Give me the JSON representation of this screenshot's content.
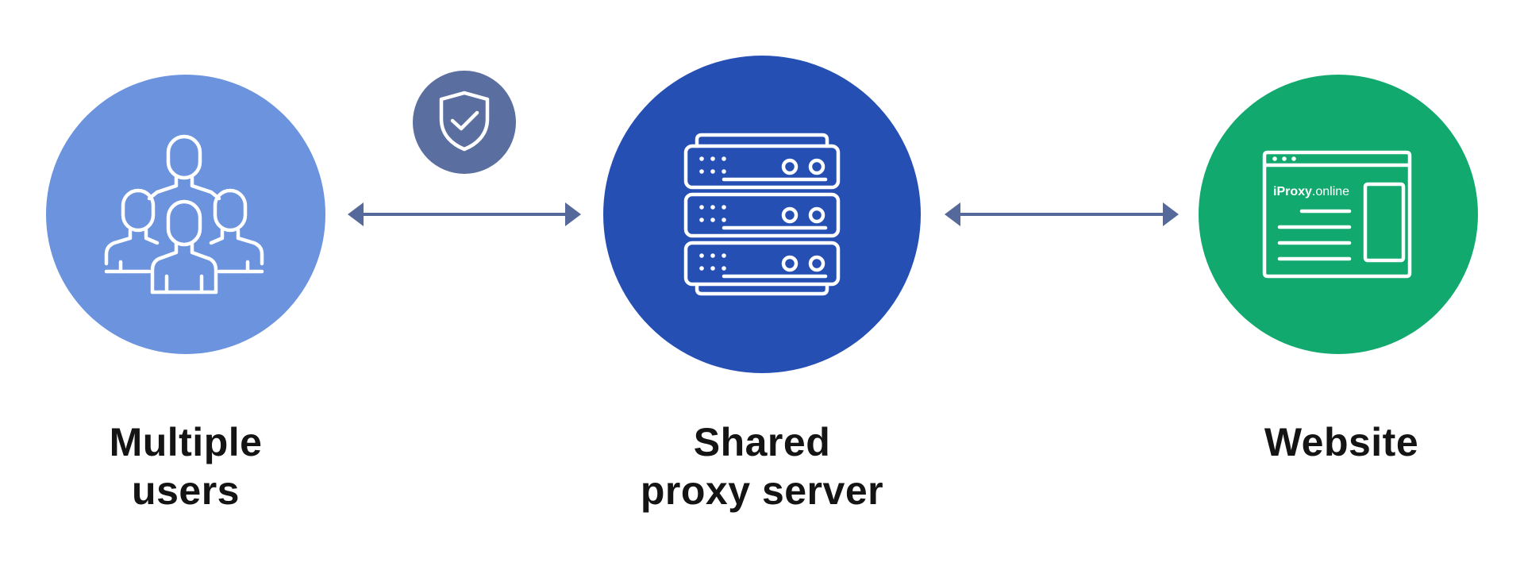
{
  "nodes": [
    {
      "id": "users",
      "label_lines": [
        "Multiple",
        "users"
      ],
      "icon": "users-group-icon",
      "color": "#6b93de"
    },
    {
      "id": "proxy",
      "label_lines": [
        "Shared",
        "proxy server"
      ],
      "icon": "server-rack-icon",
      "color": "#264fb3"
    },
    {
      "id": "website",
      "label_lines": [
        "Website"
      ],
      "icon": "browser-window-icon",
      "color": "#12a96f"
    }
  ],
  "connectors": [
    {
      "from": "users",
      "to": "proxy",
      "direction": "bidirectional"
    },
    {
      "from": "proxy",
      "to": "website",
      "direction": "bidirectional"
    }
  ],
  "badge": {
    "icon": "shield-check-icon",
    "color": "#5a6e9f"
  },
  "website_brand": {
    "bold": "iProxy",
    "light": ".online"
  },
  "colors": {
    "arrow": "#55699b",
    "icon_stroke": "#ffffff",
    "label_text": "#141414"
  }
}
